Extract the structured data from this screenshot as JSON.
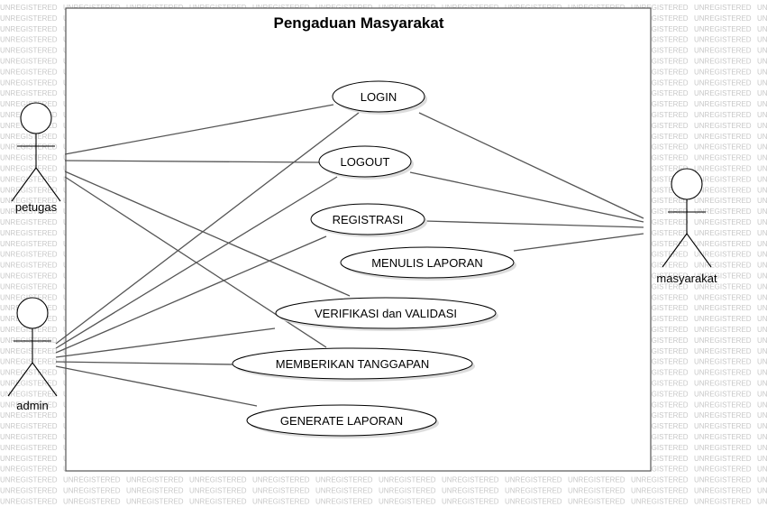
{
  "watermark": "UNREGISTERED",
  "system": {
    "title": "Pengaduan Masyarakat"
  },
  "actors": [
    {
      "id": "petugas",
      "label": "petugas"
    },
    {
      "id": "admin",
      "label": "admin"
    },
    {
      "id": "masyarakat",
      "label": "masyarakat"
    }
  ],
  "use_cases": [
    {
      "id": "login",
      "label": "LOGIN"
    },
    {
      "id": "logout",
      "label": "LOGOUT"
    },
    {
      "id": "registrasi",
      "label": "REGISTRASI"
    },
    {
      "id": "menulis-laporan",
      "label": "MENULIS LAPORAN"
    },
    {
      "id": "verifikasi",
      "label": "VERIFIKASI dan VALIDASI"
    },
    {
      "id": "memberikan-tanggapan",
      "label": "MEMBERIKAN TANGGAPAN"
    },
    {
      "id": "generate-laporan",
      "label": "GENERATE LAPORAN"
    }
  ],
  "associations": [
    {
      "actor": "petugas",
      "use_case": "login"
    },
    {
      "actor": "petugas",
      "use_case": "logout"
    },
    {
      "actor": "petugas",
      "use_case": "verifikasi"
    },
    {
      "actor": "petugas",
      "use_case": "memberikan-tanggapan"
    },
    {
      "actor": "admin",
      "use_case": "login"
    },
    {
      "actor": "admin",
      "use_case": "logout"
    },
    {
      "actor": "admin",
      "use_case": "registrasi"
    },
    {
      "actor": "admin",
      "use_case": "verifikasi"
    },
    {
      "actor": "admin",
      "use_case": "memberikan-tanggapan"
    },
    {
      "actor": "admin",
      "use_case": "generate-laporan"
    },
    {
      "actor": "masyarakat",
      "use_case": "login"
    },
    {
      "actor": "masyarakat",
      "use_case": "logout"
    },
    {
      "actor": "masyarakat",
      "use_case": "registrasi"
    },
    {
      "actor": "masyarakat",
      "use_case": "menulis-laporan"
    }
  ]
}
